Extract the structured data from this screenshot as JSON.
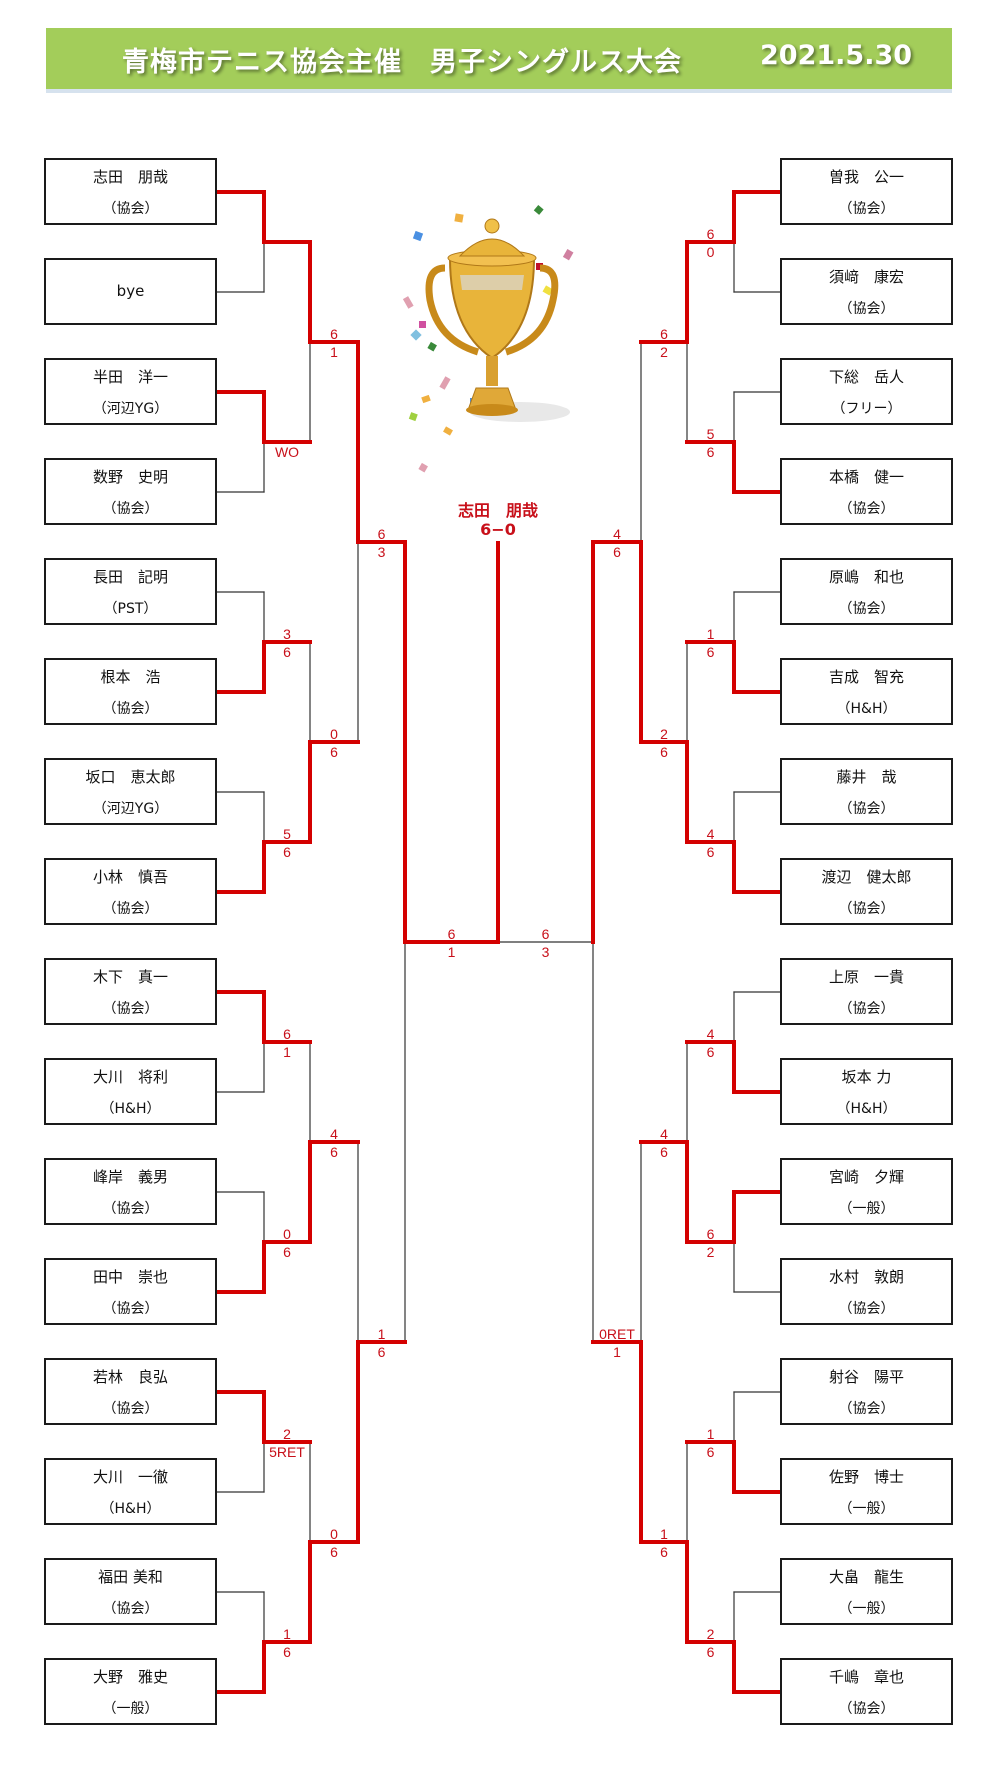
{
  "title": {
    "text": "青梅市テニス協会主催　男子シングルス大会",
    "date": "2021.5.30"
  },
  "champion": {
    "name": "志田　朋哉",
    "score": "6−0"
  },
  "colors": {
    "winner_line": "#d40000",
    "line": "#333333",
    "score": "#c8101a",
    "title_bg": "#a3cd5a"
  },
  "left": {
    "players": [
      {
        "name": "志田　朋哉",
        "club": "（協会）"
      },
      {
        "name": "bye",
        "club": ""
      },
      {
        "name": "半田　洋一",
        "club": "（河辺YG）"
      },
      {
        "name": "数野　史明",
        "club": "（協会）"
      },
      {
        "name": "長田　記明",
        "club": "（PST）"
      },
      {
        "name": "根本　浩",
        "club": "（協会）"
      },
      {
        "name": "坂口　恵太郎",
        "club": "（河辺YG）"
      },
      {
        "name": "小林　慎吾",
        "club": "（協会）"
      },
      {
        "name": "木下　真一",
        "club": "（協会）"
      },
      {
        "name": "大川　将利",
        "club": "（H&H）"
      },
      {
        "name": "峰岸　義男",
        "club": "（協会）"
      },
      {
        "name": "田中　崇也",
        "club": "（協会）"
      },
      {
        "name": "若林　良弘",
        "club": "（協会）"
      },
      {
        "name": "大川　一徹",
        "club": "（H&H）"
      },
      {
        "name": "福田 美和",
        "club": "（協会）"
      },
      {
        "name": "大野　雅史",
        "club": "（一般）"
      }
    ],
    "rounds": [
      [
        {
          "top": "",
          "bottom": "",
          "winner": 0
        },
        {
          "top": "",
          "bottom": "WO",
          "winner": 0
        },
        {
          "top": "3",
          "bottom": "6",
          "winner": 1
        },
        {
          "top": "5",
          "bottom": "6",
          "winner": 1
        },
        {
          "top": "6",
          "bottom": "1",
          "winner": 0
        },
        {
          "top": "0",
          "bottom": "6",
          "winner": 1
        },
        {
          "top": "2",
          "bottom": "5RET",
          "winner": 0
        },
        {
          "top": "1",
          "bottom": "6",
          "winner": 1
        }
      ],
      [
        {
          "top": "6",
          "bottom": "1",
          "winner": 0
        },
        {
          "top": "0",
          "bottom": "6",
          "winner": 1
        },
        {
          "top": "4",
          "bottom": "6",
          "winner": 1
        },
        {
          "top": "0",
          "bottom": "6",
          "winner": 1
        }
      ],
      [
        {
          "top": "6",
          "bottom": "3",
          "winner": 0
        },
        {
          "top": "1",
          "bottom": "6",
          "winner": 1
        }
      ],
      [
        {
          "top": "6",
          "bottom": "1",
          "winner": 0
        }
      ]
    ]
  },
  "right": {
    "players": [
      {
        "name": "曽我　公一",
        "club": "（協会）"
      },
      {
        "name": "須﨑　康宏",
        "club": "（協会）"
      },
      {
        "name": "下総　岳人",
        "club": "（フリー）"
      },
      {
        "name": "本橋　健一",
        "club": "（協会）"
      },
      {
        "name": "原嶋　和也",
        "club": "（協会）"
      },
      {
        "name": "吉成　智充",
        "club": "（H&H）"
      },
      {
        "name": "藤井　哉",
        "club": "（協会）"
      },
      {
        "name": "渡辺　健太郎",
        "club": "（協会）"
      },
      {
        "name": "上原　一貴",
        "club": "（協会）"
      },
      {
        "name": "坂本 力",
        "club": "（H&H）"
      },
      {
        "name": "宮崎　夕輝",
        "club": "（一般）"
      },
      {
        "name": "水村　敦朗",
        "club": "（協会）"
      },
      {
        "name": "射谷　陽平",
        "club": "（協会）"
      },
      {
        "name": "佐野　博士",
        "club": "（一般）"
      },
      {
        "name": "大畠　龍生",
        "club": "（一般）"
      },
      {
        "name": "千嶋　章也",
        "club": "（協会）"
      }
    ],
    "rounds": [
      [
        {
          "top": "6",
          "bottom": "0",
          "winner": 0
        },
        {
          "top": "5",
          "bottom": "6",
          "winner": 1
        },
        {
          "top": "1",
          "bottom": "6",
          "winner": 1
        },
        {
          "top": "4",
          "bottom": "6",
          "winner": 1
        },
        {
          "top": "4",
          "bottom": "6",
          "winner": 1
        },
        {
          "top": "6",
          "bottom": "2",
          "winner": 0
        },
        {
          "top": "1",
          "bottom": "6",
          "winner": 1
        },
        {
          "top": "2",
          "bottom": "6",
          "winner": 1
        }
      ],
      [
        {
          "top": "6",
          "bottom": "2",
          "winner": 0
        },
        {
          "top": "2",
          "bottom": "6",
          "winner": 1
        },
        {
          "top": "4",
          "bottom": "6",
          "winner": 1
        },
        {
          "top": "1",
          "bottom": "6",
          "winner": 1
        }
      ],
      [
        {
          "top": "4",
          "bottom": "6",
          "winner": 1
        },
        {
          "top": "0RET",
          "bottom": "1",
          "winner": 1
        }
      ],
      [
        {
          "top": "6",
          "bottom": "3",
          "winner": 0
        }
      ]
    ]
  }
}
